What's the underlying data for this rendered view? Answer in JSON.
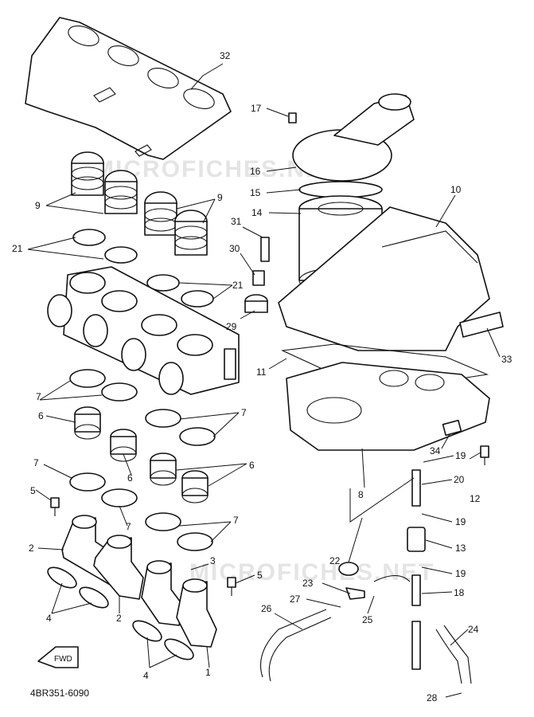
{
  "diagram": {
    "code": "4BR351-6090",
    "watermark": "MICROFICHES.NET",
    "fwd_label": "FWD",
    "labels": [
      "1",
      "2",
      "2",
      "3",
      "4",
      "4",
      "5",
      "5",
      "6",
      "6",
      "6",
      "7",
      "7",
      "7",
      "7",
      "7",
      "8",
      "9",
      "9",
      "10",
      "11",
      "12",
      "13",
      "14",
      "15",
      "16",
      "17",
      "18",
      "19",
      "19",
      "19",
      "20",
      "21",
      "21",
      "22",
      "23",
      "24",
      "25",
      "26",
      "27",
      "28",
      "29",
      "30",
      "31",
      "32",
      "33",
      "34"
    ]
  }
}
